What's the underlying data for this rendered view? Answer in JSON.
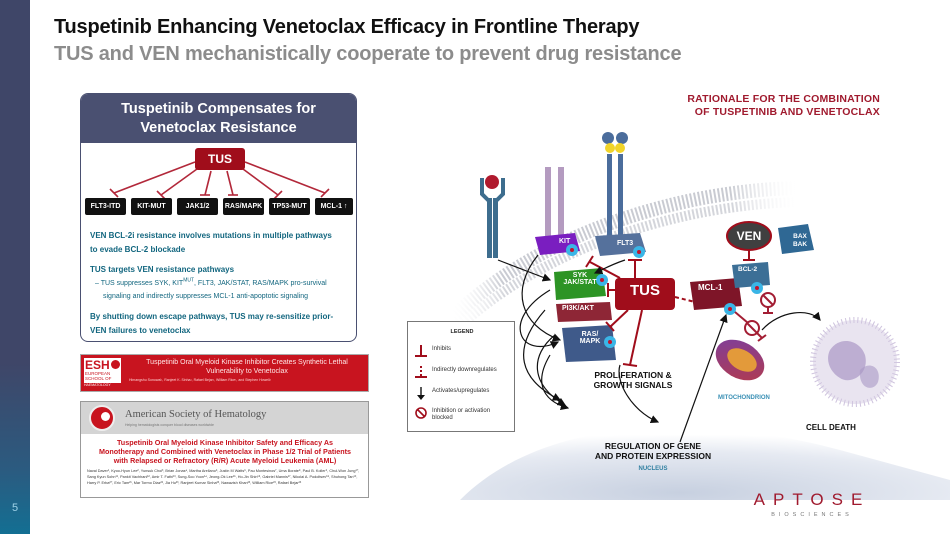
{
  "slide": {
    "page_number": "5",
    "title": "Tuspetinib Enhancing Venetoclax Efficacy in Frontline Therapy",
    "subtitle": "TUS and VEN mechanistically cooperate to prevent drug resistance",
    "colors": {
      "sidebar_top": "#3f4668",
      "sidebar_bottom": "#136f93",
      "brand_red": "#a01a2e",
      "tus_red": "#a00d1b",
      "card_header": "#4a5071",
      "card_text": "#12667f"
    }
  },
  "card": {
    "header_line1": "Tuspetinib Compensates for",
    "header_line2": "Venetoclax Resistance",
    "tus_label": "TUS",
    "pathways": [
      "FLT3-ITD",
      "KIT-MUT",
      "JAK1/2",
      "RAS/MAPK",
      "TP53-MUT",
      "MCL-1 ↑"
    ],
    "point1_line1": "VEN BCL-2i resistance involves mutations in multiple pathways",
    "point1_line2": "to evade BCL-2 blockade",
    "point2": "TUS targets VEN resistance pathways",
    "point2_sub_a": "– TUS suppresses SYK, KIT",
    "point2_sub_sup": "MUT",
    "point2_sub_b": ", FLT3, JAK/STAT, RAS/MAPK pro-survival",
    "point2_sub_line2": "signaling and indirectly suppresses MCL-1 anti-apoptotic signaling",
    "point3_line1": "By shutting down escape pathways, TUS may re-sensitize prior-",
    "point3_line2": "VEN failures to venetoclax"
  },
  "esh": {
    "logo_text": "ESH",
    "logo_sub": "EUROPEAN SCHOOL OF",
    "logo_bar": "HAEMATOLOGY",
    "title_line1": "Tuspetinib Oral Myeloid Kinase Inhibitor Creates Synthetic Lethal",
    "title_line2": "Vulnerability to Venetoclax",
    "authors": "Himangshu Sonowal¹, Ranjeet K. Sinha¹, Rafael Bejar¹, William Rice¹, and Stephen Howell²"
  },
  "ash": {
    "org_name": "American Society of Hematology",
    "tagline": "Helping hematologists conquer blood diseases worldwide",
    "title_line1": "Tuspetinib Oral Myeloid Kinase Inhibitor Safety and Efficacy As",
    "title_line2": "Monotherapy and Combined with Venetoclax in Phase 1/2 Trial of Patients",
    "title_line3": "with Relapsed or Refractory (R/R) Acute Myeloid Leukemia (AML)",
    "authors": "Naval Daver¹, Kyoo-Hyun Lee², Yunsuk Choi³, Brian Jonas⁴, Martha Arellano⁵, Justin M Watts⁶, Pau Montesinos⁷, Uma Borate⁸, Paul B. Koller⁹, Chul-Won Jung¹⁰, Sang Kyun Sohn¹¹, Pankit Vachhani¹², Amir T. Fathi¹³, Sung-Soo Yoon¹⁴, Jeong-Ok Lee¹⁵, Ho-Jin Shin¹⁶, Gabriel Mannis¹⁷, Nikolai A. Podoltsev¹⁸, Shuhong Tan¹⁹, Harry P. Erba²⁰, Eric Tam²¹, Mar Tormo Diaz²², Jia Hu²³, Ranjeet Kumar Sinha²³, Nawazish Khan²³, William Rice²³, Rafael Bejar²³"
  },
  "diagram": {
    "heading_line1": "RATIONALE FOR THE COMBINATION",
    "heading_line2": "OF TUSPETINIB AND VENETOCLAX",
    "nodes": {
      "kit": "KIT",
      "flt3": "FLT3",
      "syk_line1": "SYK",
      "syk_line2": "JAK/STAT",
      "pi3k": "PI3K/AKT",
      "ras_line1": "RAS/",
      "ras_line2": "MAPK",
      "tus": "TUS",
      "mcl1": "MCL-1",
      "ven": "VEN",
      "bcl2": "BCL-2",
      "bax_line1": "BAX",
      "bax_line2": "BAK"
    },
    "proliferation_line1": "PROLIFERATION &",
    "proliferation_line2": "GROWTH SIGNALS",
    "regulation_line1": "REGULATION OF GENE",
    "regulation_line2": "AND PROTEIN EXPRESSION",
    "nucleus": "NUCLEUS",
    "mitochondrion": "MITOCHONDRION",
    "cell_death": "CELL DEATH"
  },
  "legend": {
    "title": "LEGEND",
    "items": [
      {
        "icon": "inhibit-icon",
        "label": "Inhibits"
      },
      {
        "icon": "indirect-inhibit-icon",
        "label": "Indirectly downregulates"
      },
      {
        "icon": "activate-arrow-icon",
        "label": "Activates/upregulates"
      },
      {
        "icon": "blocked-icon",
        "label_line1": "Inhibition or activation",
        "label_line2": "blocked"
      }
    ]
  },
  "brand": {
    "wordmark": "APTOSE",
    "sub": "BIOSCIENCES"
  }
}
